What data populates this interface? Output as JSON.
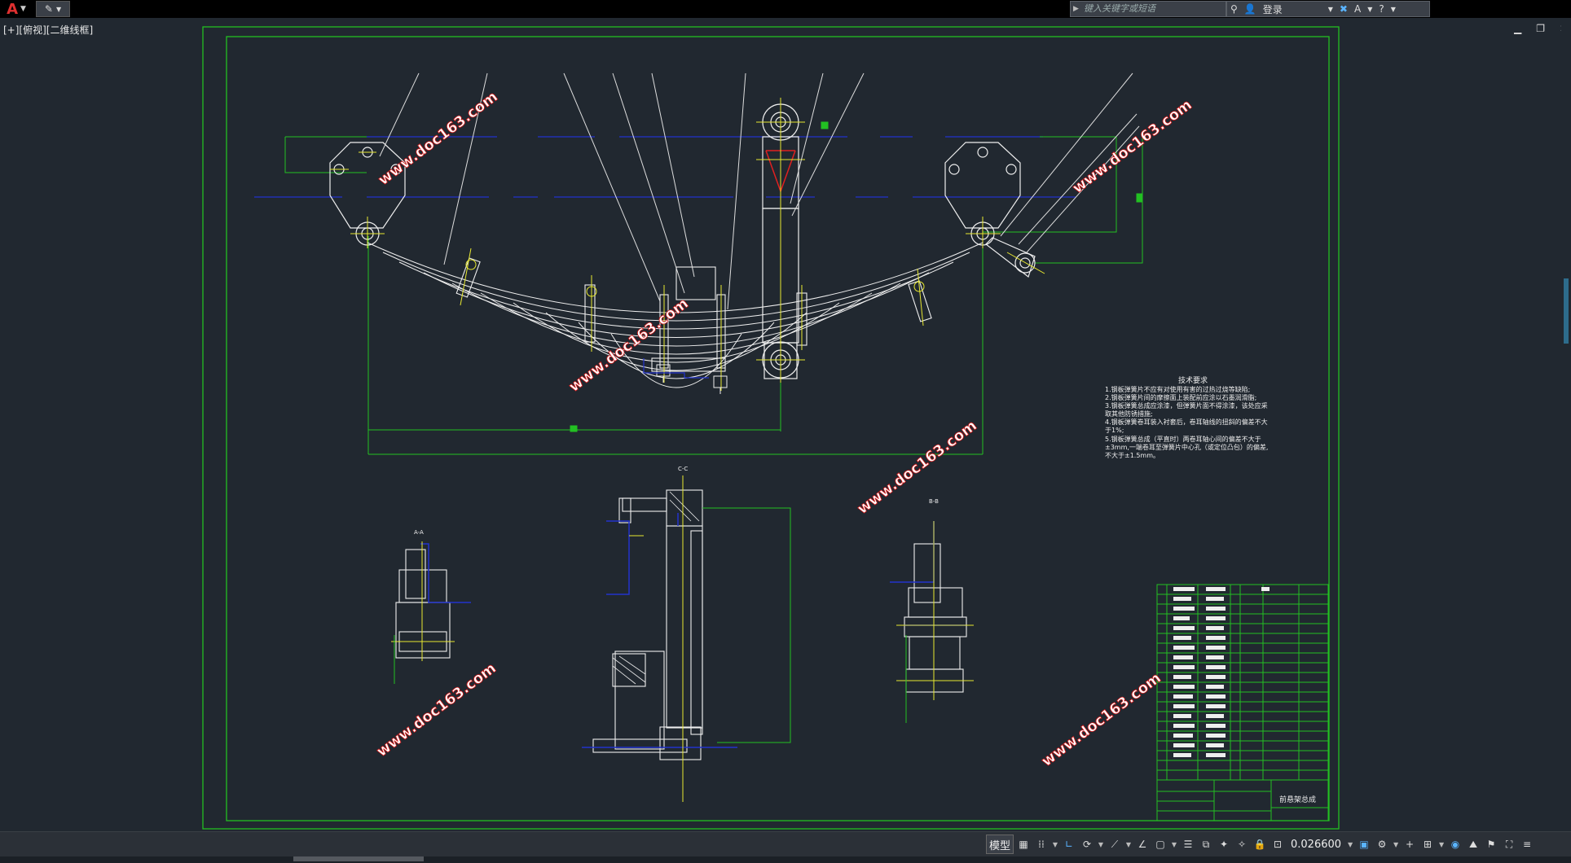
{
  "topbar": {
    "search_placeholder": "键入关键字或短语",
    "login_label": "登录",
    "help_icon": "question-icon"
  },
  "viewport": {
    "label": "[+][俯视][二维线框]"
  },
  "drawing": {
    "tech_title": "技术要求",
    "tech_lines": [
      "1.钢板弹簧片不应有对使用有害的过热过烧等缺陷;",
      "2.钢板弹簧片间的摩擦面上装配前应涂以石墨润滑脂;",
      "3.钢板弹簧总成应涂漆，但弹簧片面不得涂漆，该处应采",
      "取其他防锈措施;",
      "4.钢板弹簧卷耳装入衬套后，卷耳轴线的扭斜的偏差不大",
      "于1%;",
      "5.钢板弹簧总成（平直时）两卷耳轴心间的偏差不大于",
      "±3mm,一端卷耳至弹簧片中心孔（或定位凸包）的偏差,",
      "不大于±1.5mm。"
    ],
    "watermark": "www.doc163.com",
    "title_block_name": "前悬架总成",
    "section_labels": [
      "C-C",
      "A-A",
      "B-B"
    ]
  },
  "statusbar": {
    "model_tab": "模型",
    "scale": "0.026600"
  }
}
